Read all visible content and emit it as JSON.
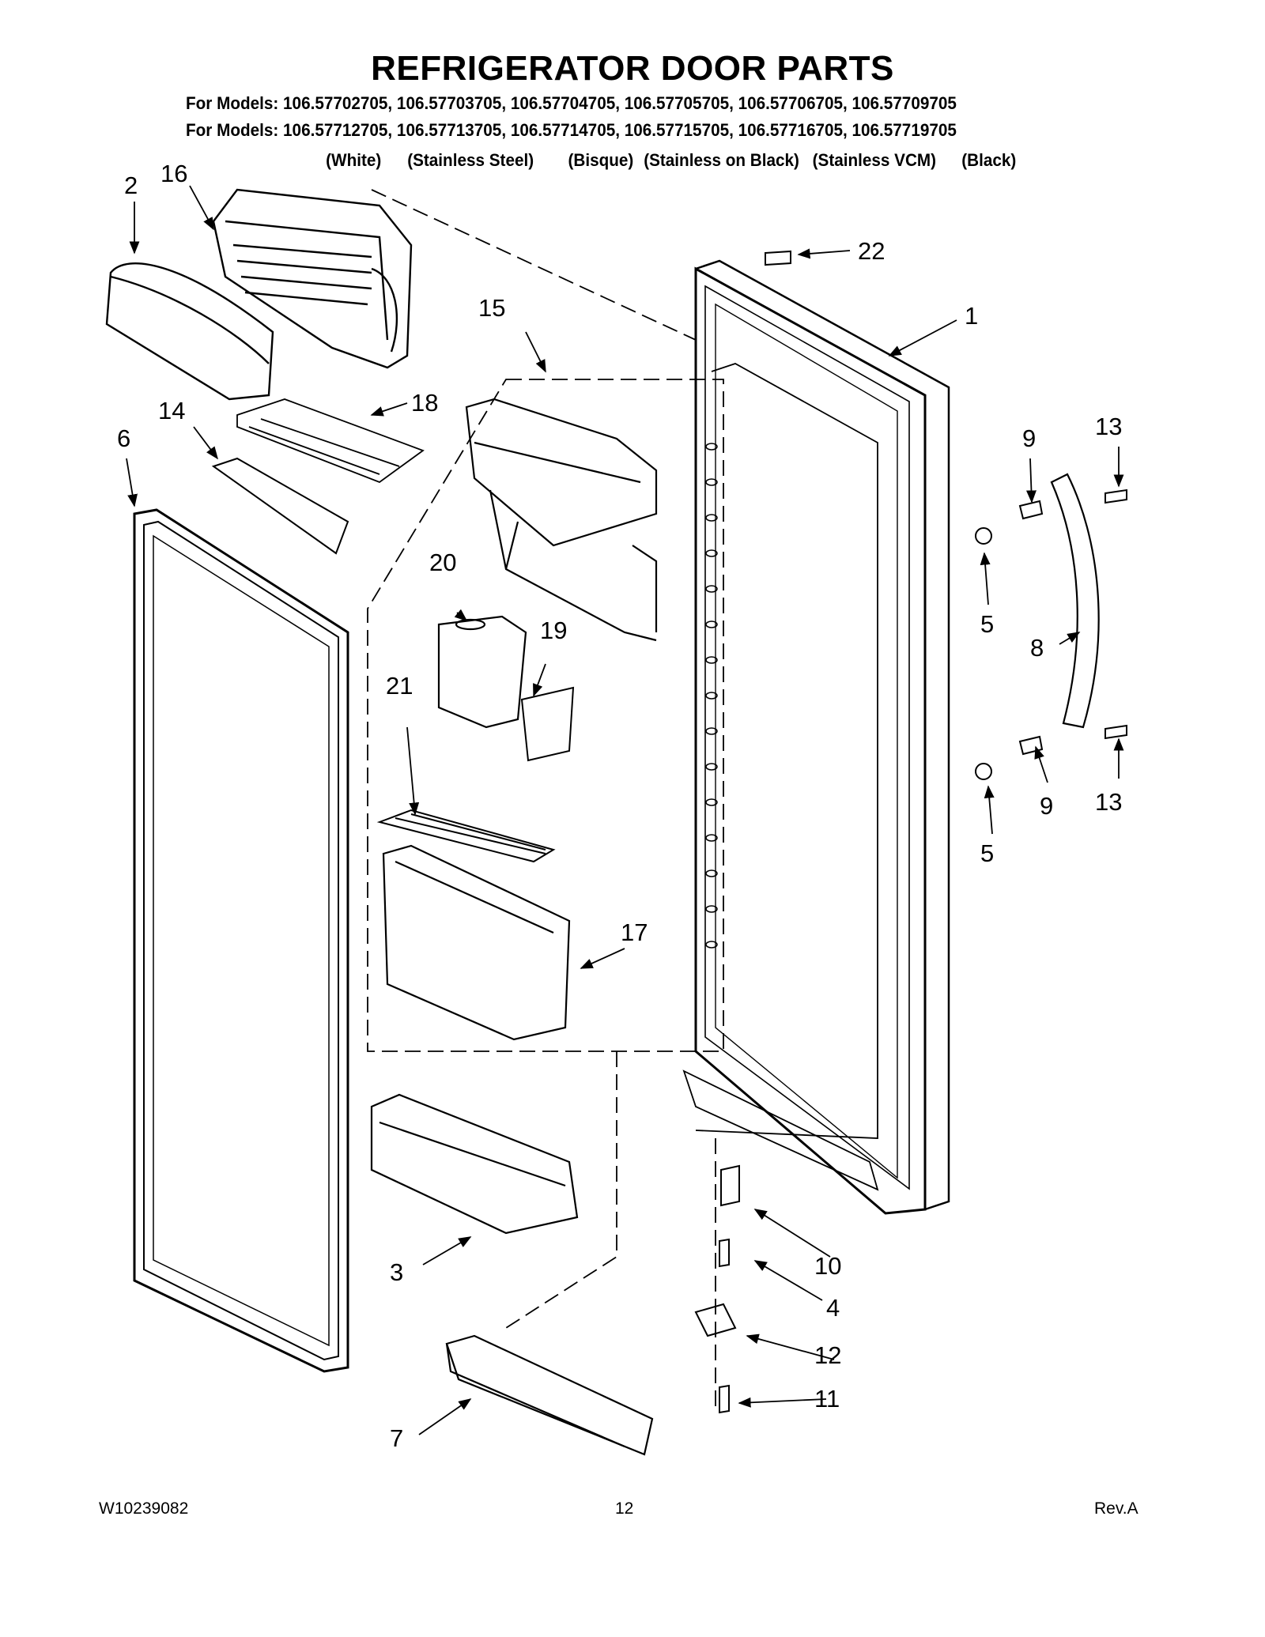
{
  "title": "REFRIGERATOR DOOR PARTS",
  "models_line_1": "For Models: 106.57702705, 106.57703705, 106.57704705, 106.57705705, 106.57706705, 106.57709705",
  "models_line_2": "For Models: 106.57712705, 106.57713705, 106.57714705, 106.57715705, 106.57716705, 106.57719705",
  "colors": [
    "(White)",
    "(Stainless Steel)",
    "(Bisque)",
    "(Stainless on Black)",
    "(Stainless VCM)",
    "(Black)"
  ],
  "callouts": {
    "c1": "1",
    "c2": "2",
    "c3": "3",
    "c4": "4",
    "c5a": "5",
    "c5b": "5",
    "c6": "6",
    "c7": "7",
    "c8": "8",
    "c9a": "9",
    "c9b": "9",
    "c10": "10",
    "c11": "11",
    "c12": "12",
    "c13a": "13",
    "c13b": "13",
    "c14": "14",
    "c15": "15",
    "c16": "16",
    "c17": "17",
    "c18": "18",
    "c19": "19",
    "c20": "20",
    "c21": "21",
    "c22": "22"
  },
  "footer": {
    "doc_number": "W10239082",
    "page_number": "12",
    "revision": "Rev.A"
  }
}
